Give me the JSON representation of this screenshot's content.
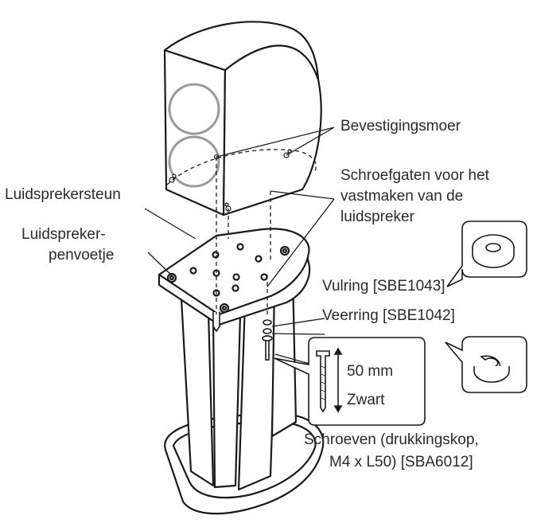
{
  "labels": {
    "nut": "Bevestigingsmoer",
    "holes_1": "Schroefgaten voor het",
    "holes_2": "vastmaken van de",
    "holes_3": "luidspreker",
    "stand": "Luidsprekersteun",
    "foot_1": "Luidspreker-",
    "foot_2": "penvoetje",
    "washer": "Vulring [SBE1043]",
    "spring": "Veerring [SBE1042]",
    "length": "50 mm",
    "color": "Zwart",
    "screws_1": "Schroeven (drukkingskop,",
    "screws_2": "M4 x L50) [SBA6012]"
  },
  "colors": {
    "line": "#1a1a1a",
    "cone": "#9a9a9a",
    "fill": "#ffffff"
  }
}
